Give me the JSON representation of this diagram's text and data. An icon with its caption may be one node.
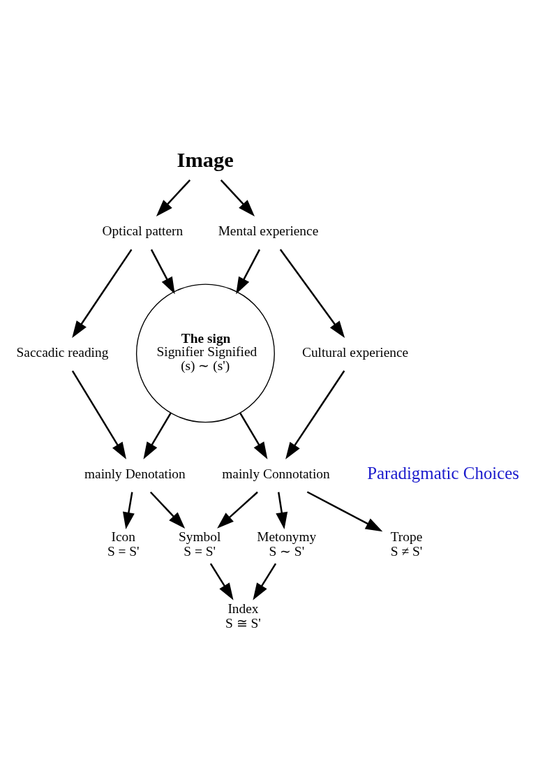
{
  "diagram": {
    "nodes": [
      {
        "text": [
          "Image"
        ]
      },
      {
        "text": [
          "Optical pattern"
        ]
      },
      {
        "text": [
          "Mental experience"
        ]
      },
      {
        "text": [
          "Saccadic reading"
        ]
      },
      {
        "text": [
          "The sign",
          "Signifier Signified",
          "(s) ∼ (s')"
        ]
      },
      {
        "text": [
          "Cultural experience"
        ]
      },
      {
        "text": [
          "mainly Denotation"
        ]
      },
      {
        "text": [
          "mainly Connotation"
        ]
      },
      {
        "text": [
          "Icon",
          "S = S'"
        ]
      },
      {
        "text": [
          "Symbol",
          "S = S'"
        ]
      },
      {
        "text": [
          "Metonymy",
          "S ∼ S'"
        ]
      },
      {
        "text": [
          "Trope",
          "S ≠ S'"
        ]
      },
      {
        "text": [
          "Index",
          "S ≅ S'"
        ]
      }
    ],
    "edges": [
      {
        "from": 0,
        "to": 1,
        "arrow": "to"
      },
      {
        "from": 0,
        "to": 2,
        "arrow": "to"
      },
      {
        "from": 1,
        "to": 3,
        "arrow": "to"
      },
      {
        "from": 1,
        "to": 4,
        "arrow": "to"
      },
      {
        "from": 2,
        "to": 4,
        "arrow": "to"
      },
      {
        "from": 2,
        "to": 5,
        "arrow": "to"
      },
      {
        "from": 3,
        "to": 6,
        "arrow": "to"
      },
      {
        "from": 4,
        "to": 6,
        "arrow": "to"
      },
      {
        "from": 4,
        "to": 7,
        "arrow": "to"
      },
      {
        "from": 5,
        "to": 7,
        "arrow": "to"
      },
      {
        "from": 6,
        "to": 8,
        "arrow": "to"
      },
      {
        "from": 6,
        "to": 9,
        "arrow": "to"
      },
      {
        "from": 7,
        "to": 9,
        "arrow": "to"
      },
      {
        "from": 7,
        "to": 10,
        "arrow": "to"
      },
      {
        "from": 7,
        "to": 11,
        "arrow": "to"
      },
      {
        "from": 9,
        "to": 12,
        "arrow": "to"
      },
      {
        "from": 10,
        "to": 12,
        "arrow": "to"
      }
    ],
    "labels": [
      "Paradigmatic Choices"
    ]
  }
}
